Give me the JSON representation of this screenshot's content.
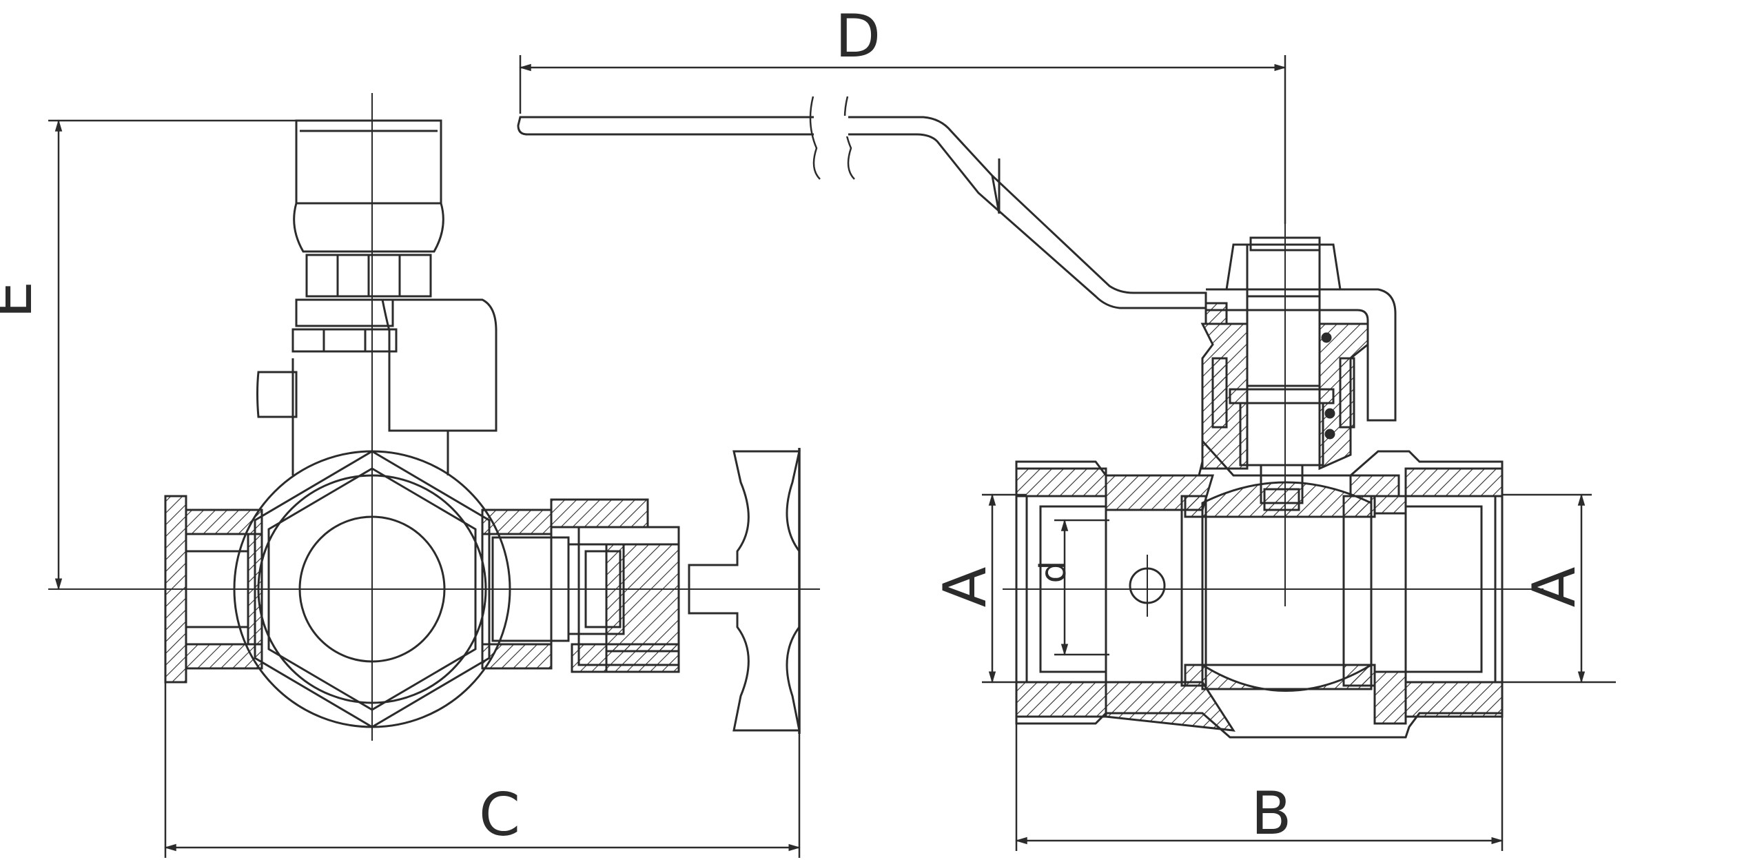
{
  "dimensions": {
    "D": "D",
    "E": "E",
    "C": "C",
    "B": "B",
    "A_left": "A",
    "A_right": "A",
    "d": "d"
  },
  "colors": {
    "line": "#2b2b2b",
    "background": "#ffffff"
  }
}
